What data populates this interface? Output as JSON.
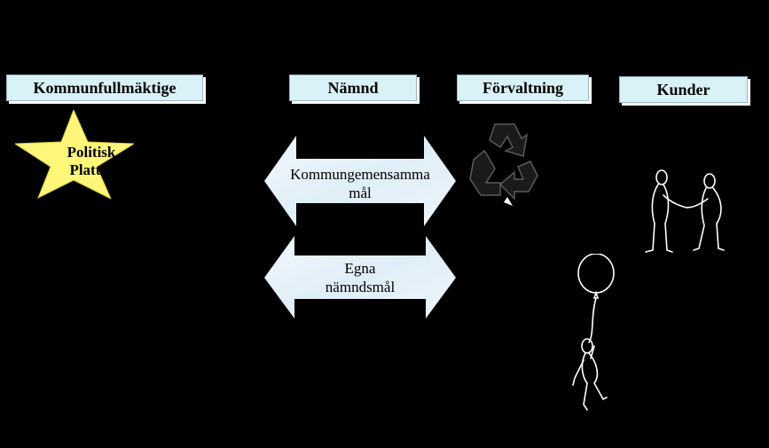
{
  "headers": [
    {
      "label": "Kommunfullmäktige"
    },
    {
      "label": "Nämnd"
    },
    {
      "label": "Förvaltning"
    },
    {
      "label": "Kunder"
    }
  ],
  "star": {
    "line1": "Politisk",
    "line2": "Plattfo"
  },
  "arrows": [
    {
      "line1": "Kommungemensamma",
      "line2": "mål"
    },
    {
      "line1": "Egna",
      "line2": "nämndsmål"
    }
  ],
  "icons": {
    "recycle": "recycle-icon",
    "handshake": "handshake-icon",
    "balloon": "balloon-person-icon"
  },
  "colors": {
    "background": "#000000",
    "header_fill": "#d9f2f8",
    "star_fill": "#fff67a",
    "arrow_fill": "#e8f2fa"
  }
}
